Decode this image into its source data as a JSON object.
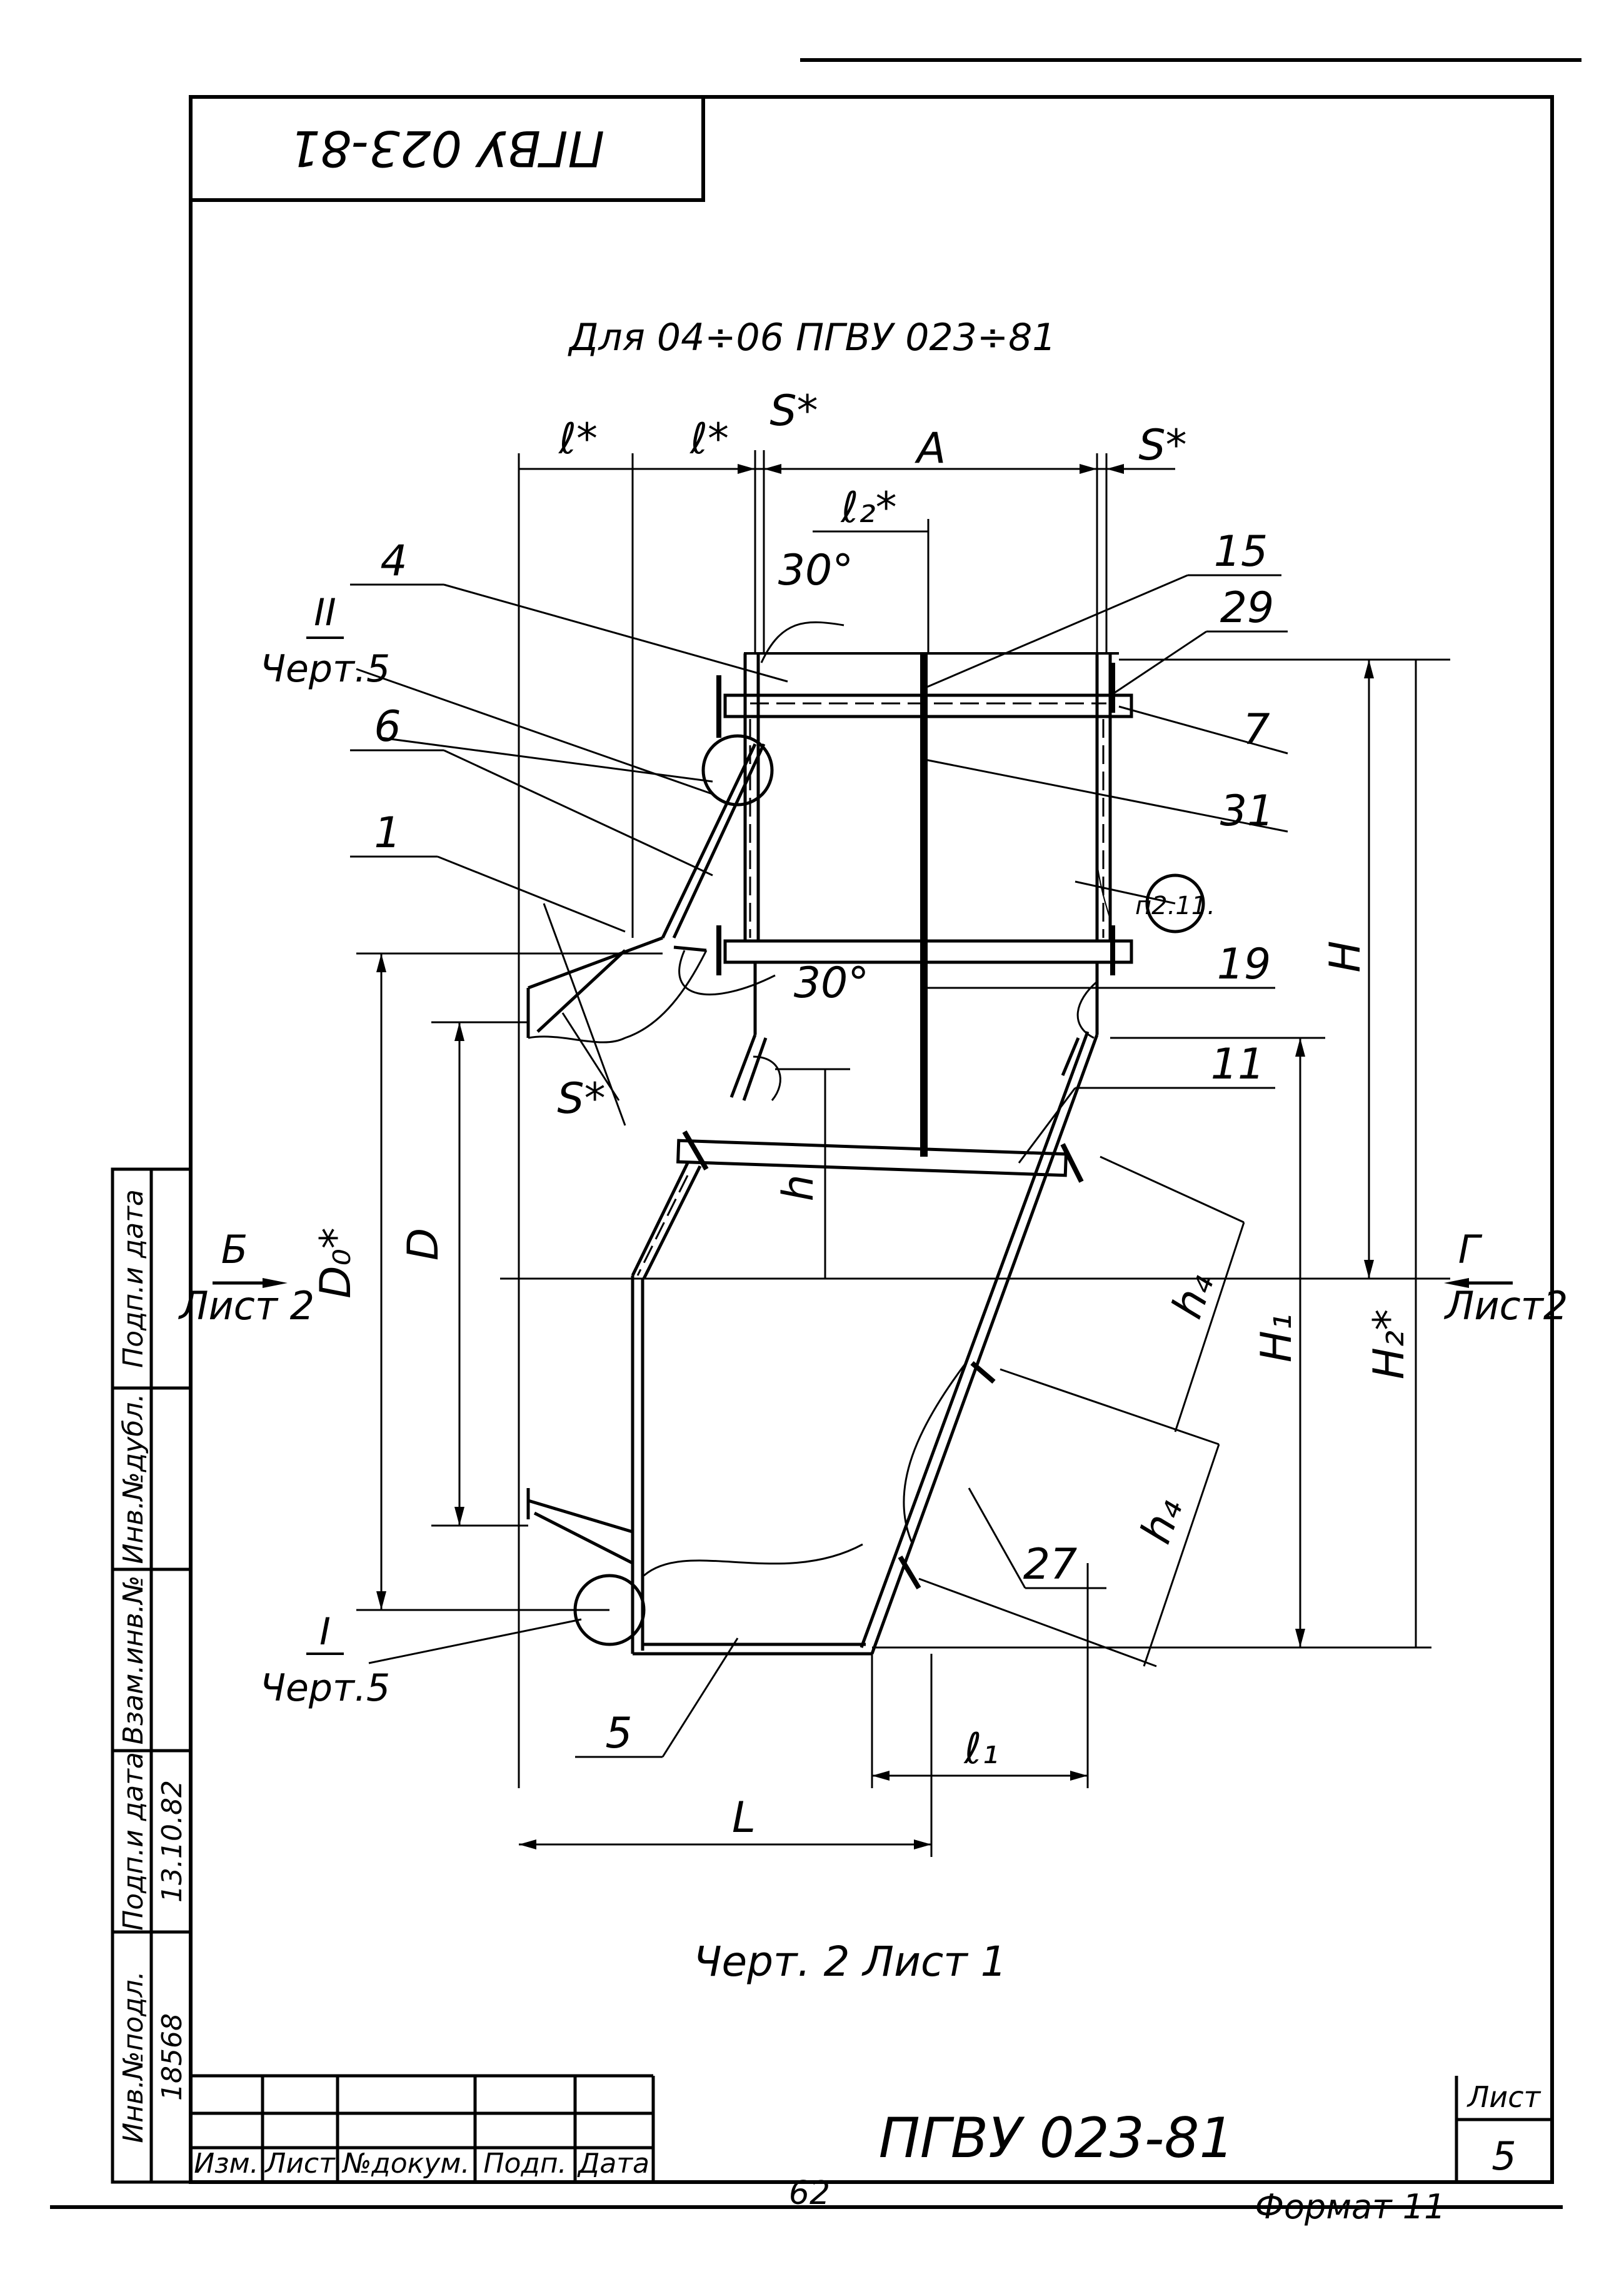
{
  "header": {
    "stamp_code_rotated": "ПГВУ 023-81",
    "applicability": "Для 04÷06 ПГВУ 023÷81"
  },
  "dimensions": {
    "l_star_1": "ℓ*",
    "l_star_2": "ℓ*",
    "s_star_top_left": "S*",
    "A": "A",
    "s_star_top_right": "S*",
    "l2_star": "ℓ₂*",
    "angle_top": "30°",
    "angle_mid": "30°",
    "s_star_left": "S*",
    "D0_star": "D₀*",
    "D": "D",
    "h": "h",
    "H": "H",
    "H1": "H₁",
    "H2_star": "H₂*",
    "h4_upper": "h₄",
    "h4_lower": "h₄",
    "l1": "ℓ₁",
    "L": "L"
  },
  "callouts": {
    "c4": "4",
    "c15": "15",
    "c29": "29",
    "c7": "7",
    "c31": "31",
    "c6": "6",
    "c1": "1",
    "c19": "19",
    "c11": "11",
    "c27": "27",
    "c5": "5",
    "circle_note": "п2.11."
  },
  "detail_refs": {
    "detail_II_num": "II",
    "detail_II_sheet": "Черт.5",
    "detail_I_num": "I",
    "detail_I_sheet": "Черт.5"
  },
  "views": {
    "view_B_letter": "Б",
    "view_B_sheet": "Лист 2",
    "view_G_letter": "Г",
    "view_G_sheet": "Лист2"
  },
  "caption": "Черт. 2 Лист 1",
  "side_stamp": {
    "col_inv_podl": "Инв.№подл.",
    "col_podp_data": "Подп.и дата",
    "col_vzam": "Взам.инв.№",
    "col_inv_dubl": "Инв.№дубл.",
    "col_podp_data2": "Подп.и дата",
    "inv_value": "18568",
    "date_value": "13.10.82"
  },
  "title_block": {
    "doc_code": "ПГВУ 023-81",
    "sheet_label": "Лист",
    "sheet_number": "5",
    "col_izm": "Изм.",
    "col_list": "Лист",
    "col_ndokum": "№докум.",
    "col_podp": "Подп.",
    "col_data": "Дата"
  },
  "footer": {
    "page_number": "62",
    "format": "Формат 11"
  }
}
